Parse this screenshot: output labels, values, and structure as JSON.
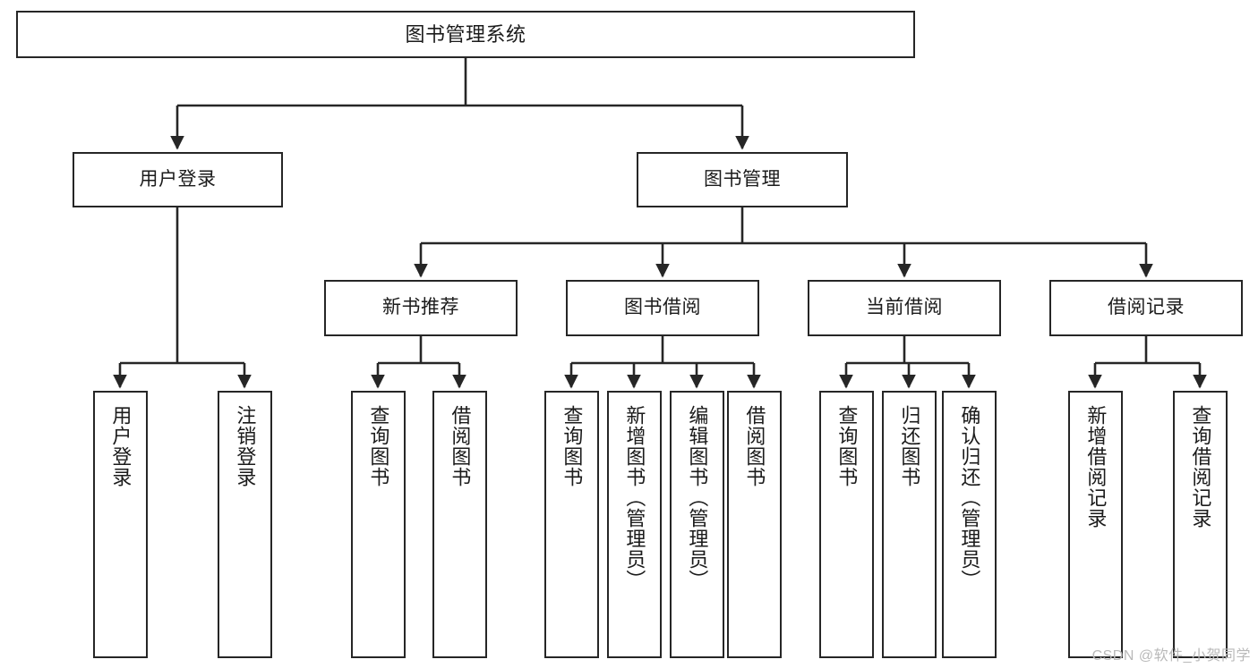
{
  "diagram": {
    "title": "图书管理系统",
    "type": "tree-hierarchy",
    "colors": {
      "stroke": "#262626",
      "node_fill": "#ffffff",
      "text": "#1b1b1b",
      "background": "#ffffff",
      "watermark": "#b9b9b9"
    }
  },
  "watermark": {
    "text": "CSDN @软件_小贺同学"
  },
  "nodes": {
    "root": {
      "label": "图书管理系统"
    },
    "level2": [
      {
        "label": "用户登录"
      },
      {
        "label": "图书管理"
      }
    ],
    "level3": [
      {
        "label": "新书推荐"
      },
      {
        "label": "图书借阅"
      },
      {
        "label": "当前借阅"
      },
      {
        "label": "借阅记录"
      }
    ],
    "leaves": {
      "user_login": [
        {
          "label": "用户登录"
        },
        {
          "label": "注销登录"
        }
      ],
      "new_book_recommend": [
        {
          "label": "查询图书"
        },
        {
          "label": "借阅图书"
        }
      ],
      "book_borrow": [
        {
          "label": "查询图书"
        },
        {
          "label": "新增图书（管理员）"
        },
        {
          "label": "编辑图书（管理员）"
        },
        {
          "label": "借阅图书"
        }
      ],
      "current_borrow": [
        {
          "label": "查询图书"
        },
        {
          "label": "归还图书"
        },
        {
          "label": "确认归还（管理员）"
        }
      ],
      "borrow_record": [
        {
          "label": "新增借阅记录"
        },
        {
          "label": "查询借阅记录"
        }
      ]
    }
  }
}
